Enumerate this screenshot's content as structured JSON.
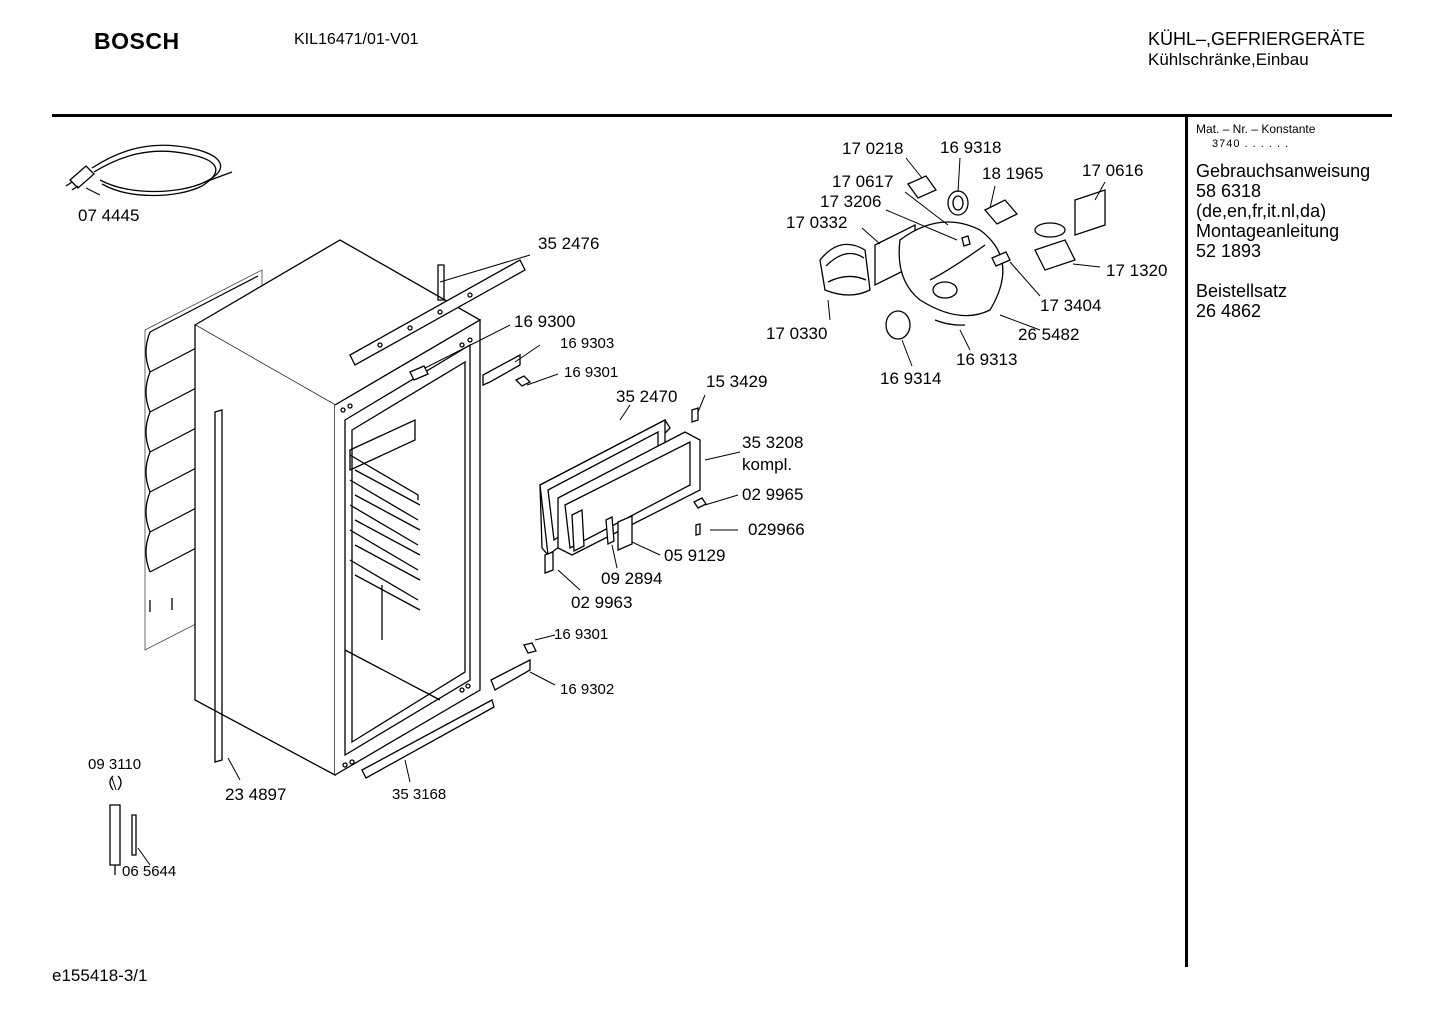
{
  "header": {
    "brand": "BOSCH",
    "model": "KIL16471/01-V01",
    "category_line1": "KÜHL–,GEFRIERGERÄTE",
    "category_line2": "Kühlschränke,Einbau"
  },
  "sidebar": {
    "mat_label": "Mat. – Nr. – Konstante",
    "mat_value": "3740 . . . . . .",
    "items": [
      "Gebrauchsanweisung",
      "58 6318",
      "(de,en,fr,it.nl,da)",
      "Montageanleitung",
      "52 1893",
      "Beistellsatz",
      "26 4862"
    ]
  },
  "parts": {
    "p074445": "07 4445",
    "p352476": "35 2476",
    "p169300": "16 9300",
    "p169303": "16 9303",
    "p169301a": "16 9301",
    "p352470": "35 2470",
    "p153429": "15 3429",
    "p353208": "35 3208",
    "p353208b": "kompl.",
    "p029965": "02 9965",
    "p029966": "029966",
    "p059129": "05 9129",
    "p092894": "09 2894",
    "p029963": "02 9963",
    "p169301b": "16 9301",
    "p169302": "16 9302",
    "p093110": "09 3110",
    "p234897": "23 4897",
    "p353168": "35 3168",
    "p065644": "06 5644",
    "p170218": "17 0218",
    "p169318": "16 9318",
    "p170617": "17 0617",
    "p181965": "18 1965",
    "p170616": "17 0616",
    "p173206": "17 3206",
    "p170332": "17 0332",
    "p171320": "17 1320",
    "p173404": "17 3404",
    "p170330": "17 0330",
    "p265482": "26 5482",
    "p169313": "16 9313",
    "p169314": "16 9314"
  },
  "footer": {
    "doc_id": "e155418-3/1"
  }
}
